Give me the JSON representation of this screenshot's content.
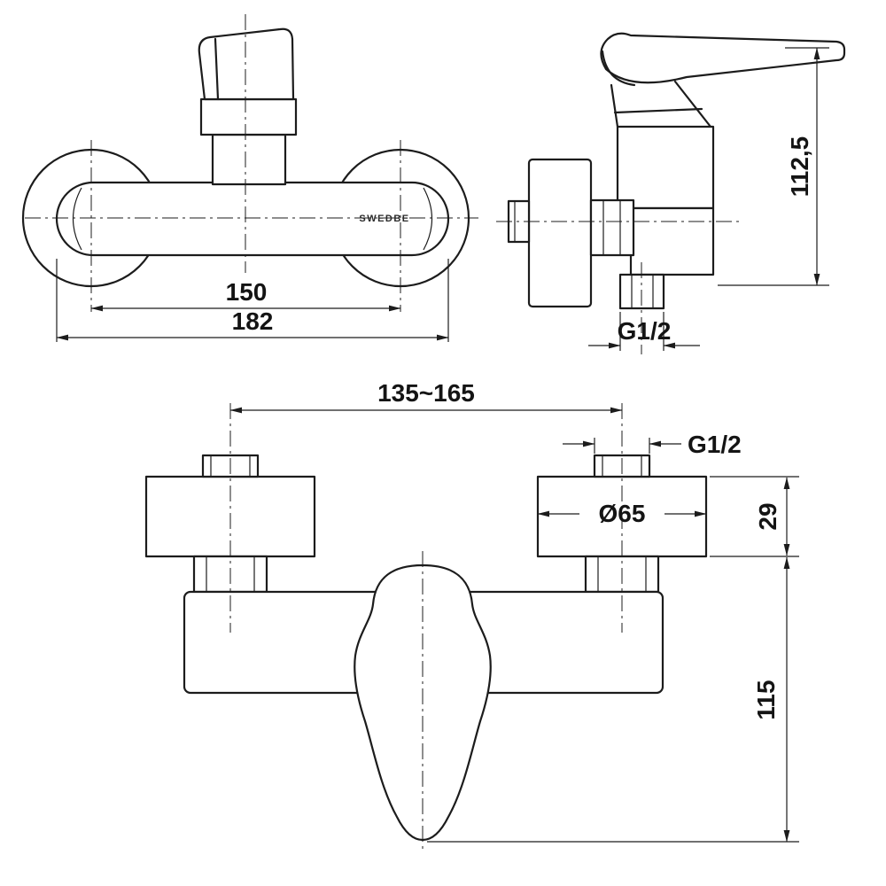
{
  "drawing": {
    "brand": "SWEDBE",
    "front_view": {
      "dim_pin_spacing": "150",
      "dim_overall_width": "182"
    },
    "side_view": {
      "dim_height": "112,5",
      "dim_outlet_thread": "G1/2"
    },
    "bottom_view": {
      "dim_adjustable_span": "135~165",
      "dim_inlet_thread": "G1/2",
      "dim_flange_diameter": "Ø65",
      "dim_flange_depth": "29",
      "dim_body_height": "115"
    }
  }
}
